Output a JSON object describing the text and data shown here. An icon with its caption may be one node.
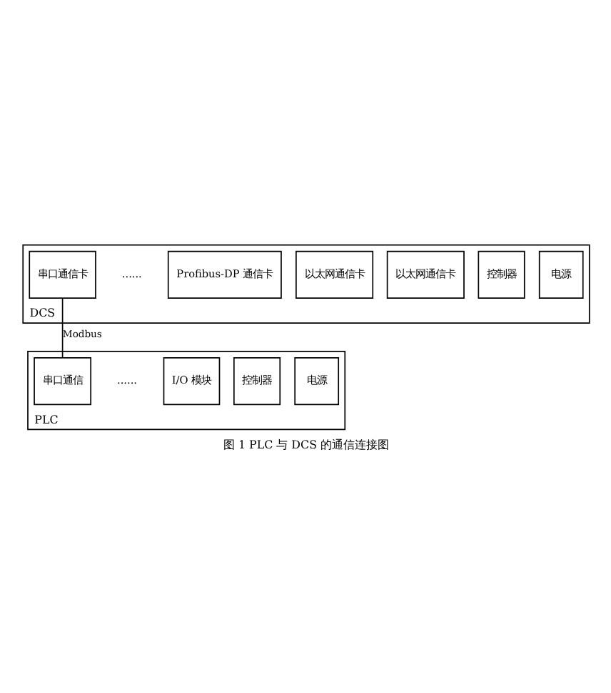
{
  "diagram": {
    "caption": "图 1 PLC 与 DCS 的通信连接图",
    "nodes": [
      {
        "text": [
          "DCS"
        ]
      },
      {
        "text": [
          "电源"
        ],
        "in": 0
      },
      {
        "text": [
          "控制器"
        ],
        "in": 0
      },
      {
        "text": [
          "以太网通信卡"
        ],
        "in": 0
      },
      {
        "text": [
          "以太网通信卡"
        ],
        "in": 0
      },
      {
        "text": [
          "Profibus-DP 通信卡"
        ],
        "in": 0
      },
      {
        "text": [
          "......"
        ],
        "in": 0
      },
      {
        "text": [
          "串口通信卡"
        ],
        "in": 0
      },
      {
        "text": [
          "PLC"
        ]
      },
      {
        "text": [
          "电源"
        ],
        "in": 8
      },
      {
        "text": [
          "控制器"
        ],
        "in": 8
      },
      {
        "text": [
          "I/O 模块"
        ],
        "in": 8
      },
      {
        "text": [
          "......"
        ],
        "in": 8
      },
      {
        "text": [
          "串口通信"
        ],
        "in": 8
      }
    ],
    "edges": [
      {
        "from": 7,
        "to": 13,
        "arrow": "none",
        "label": "Modbus"
      }
    ]
  }
}
